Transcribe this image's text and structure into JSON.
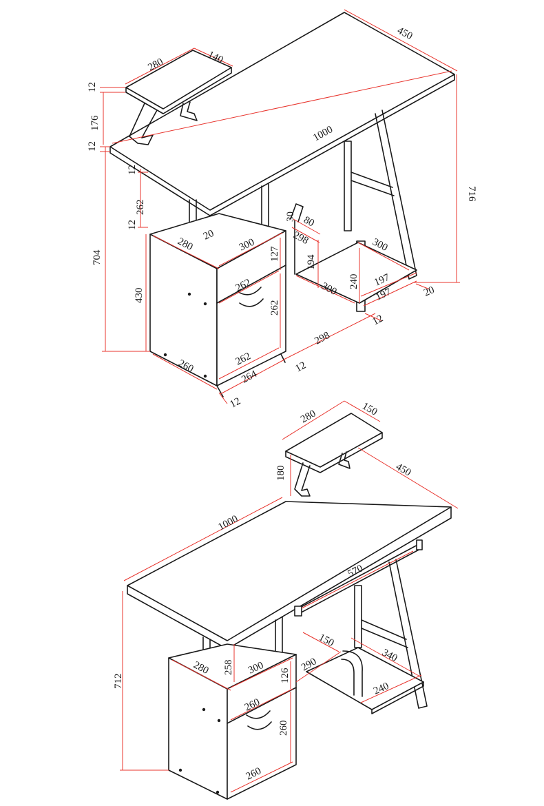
{
  "colors": {
    "outline": "#1a1a1a",
    "dimension": "#e8342d",
    "background": "#ffffff"
  },
  "view1": {
    "dims": {
      "shelf_w": "280",
      "shelf_d": "140",
      "desk_d": "450",
      "desk_w": "1000",
      "h_716": "716",
      "h_704": "704",
      "t12_a": "12",
      "h_176": "176",
      "t12_b": "12",
      "t12_c": "12",
      "h_262": "262",
      "t12_d": "12",
      "h_430": "430",
      "top_280": "280",
      "top_20": "20",
      "top_300": "300",
      "v_127": "127",
      "d_262_a": "262",
      "d_262_b": "262",
      "d_262_c": "262",
      "b_260": "260",
      "b_264": "264",
      "b_12_a": "12",
      "r_30": "30",
      "r_80": "80",
      "r_298": "298",
      "r_194": "194",
      "r_300_a": "300",
      "r_240": "240",
      "r_300_b": "300",
      "r_197_a": "197",
      "r_197_b": "197",
      "r_20": "20",
      "r_12": "12",
      "r_298_b": "298",
      "b_12_b": "12"
    }
  },
  "view2": {
    "dims": {
      "shelf_w": "280",
      "shelf_d": "150",
      "h_180": "180",
      "desk_d": "450",
      "desk_w": "1000",
      "kb_570": "570",
      "h_712": "712",
      "top_280": "280",
      "h_258": "258",
      "top_300": "300",
      "v_126": "126",
      "d_260_a": "260",
      "d_260_b": "260",
      "d_260_c": "260",
      "r_150": "150",
      "r_290": "290",
      "r_340": "340",
      "r_240": "240"
    }
  }
}
